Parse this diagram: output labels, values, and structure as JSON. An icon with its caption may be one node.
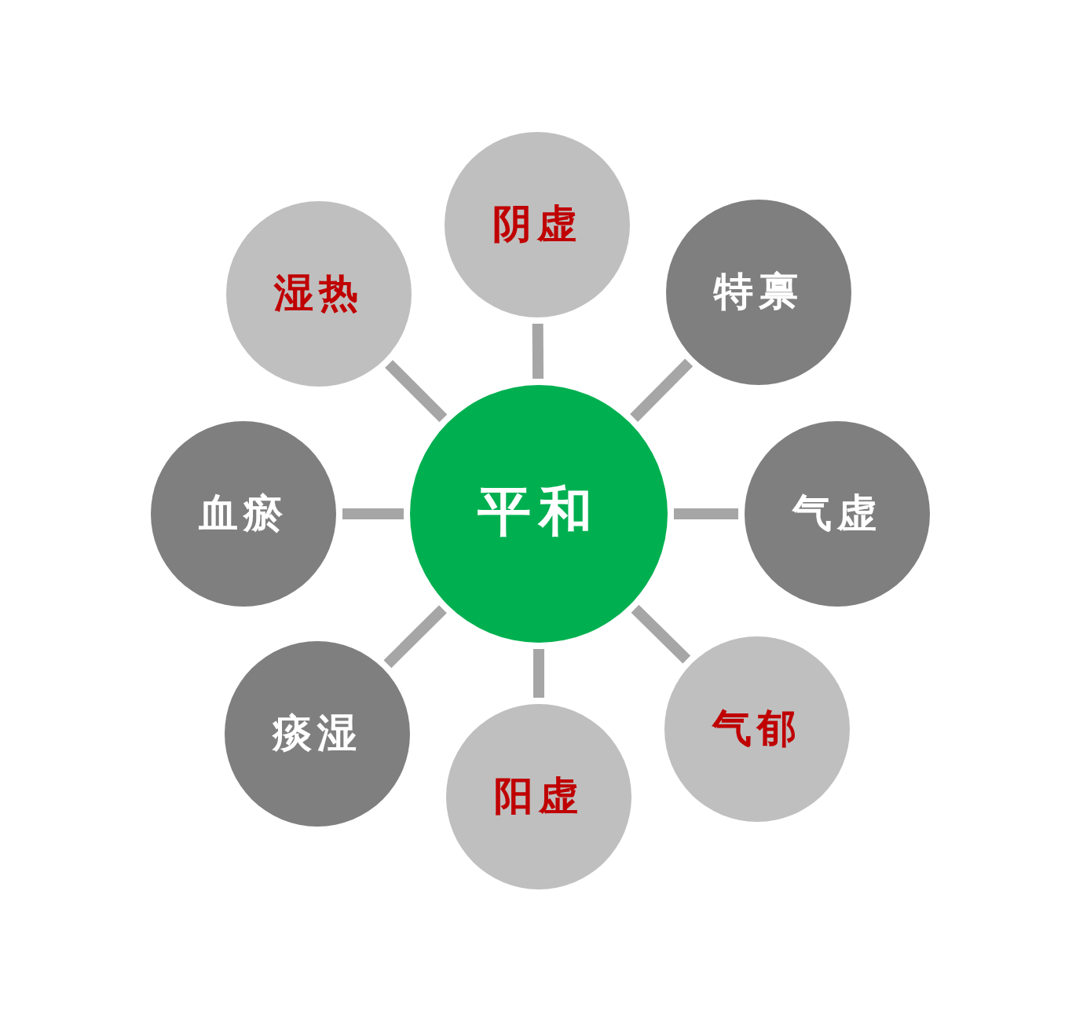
{
  "diagram": {
    "nodes": [
      {
        "text": [
          "平和"
        ]
      },
      {
        "text": [
          "阴虚"
        ]
      },
      {
        "text": [
          "特禀"
        ]
      },
      {
        "text": [
          "气虚"
        ]
      },
      {
        "text": [
          "气郁"
        ]
      },
      {
        "text": [
          "阳虚"
        ]
      },
      {
        "text": [
          "痰湿"
        ]
      },
      {
        "text": [
          "血瘀"
        ]
      },
      {
        "text": [
          "湿热"
        ]
      }
    ],
    "edges": [
      {
        "from": 0,
        "to": 1,
        "arrow": "none"
      },
      {
        "from": 0,
        "to": 2,
        "arrow": "none"
      },
      {
        "from": 0,
        "to": 3,
        "arrow": "none"
      },
      {
        "from": 0,
        "to": 4,
        "arrow": "none"
      },
      {
        "from": 0,
        "to": 5,
        "arrow": "none"
      },
      {
        "from": 0,
        "to": 6,
        "arrow": "none"
      },
      {
        "from": 0,
        "to": 7,
        "arrow": "none"
      },
      {
        "from": 0,
        "to": 8,
        "arrow": "none"
      }
    ]
  }
}
